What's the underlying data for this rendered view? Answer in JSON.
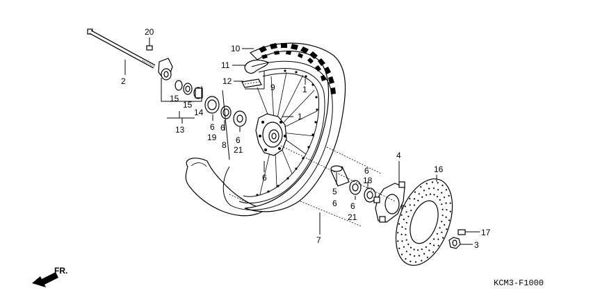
{
  "diagram": {
    "code": "KCM3-F1000",
    "direction": "FR.",
    "callouts": [
      "20",
      "2",
      "10",
      "11",
      "12",
      "9",
      "1",
      "1",
      "15",
      "15",
      "14",
      "13",
      "6",
      "19",
      "8",
      "6",
      "6",
      "21",
      "6",
      "4",
      "16",
      "6",
      "18",
      "5",
      "6",
      "6",
      "21",
      "17",
      "3",
      "7"
    ]
  }
}
